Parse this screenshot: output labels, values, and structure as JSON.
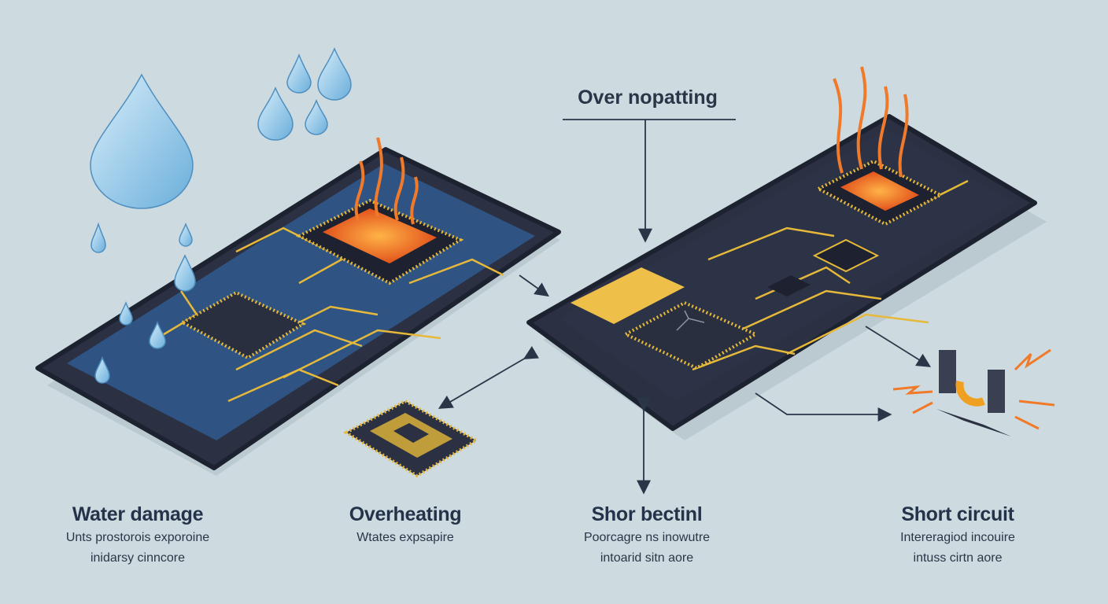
{
  "top_title": "Over nopatting",
  "panels": [
    {
      "title": "Water damage",
      "desc": [
        "Unts prostorois exporoine",
        "inidarsy cinncore"
      ]
    },
    {
      "title": "Overheating",
      "desc": [
        "Wtates expsapire"
      ]
    },
    {
      "title": "Shor bectinl",
      "desc": [
        "Poorcagre ns inowutre",
        "intoarid sitn aore"
      ]
    },
    {
      "title": "Short circuit",
      "desc": [
        "Intereragiod incouire",
        "intuss cirtn aore"
      ]
    }
  ],
  "colors": {
    "background": "#cddbe0",
    "phone": "#2b3142",
    "screen": "#2f5382",
    "trace": "#e6b93a",
    "heat": "#f07a2a",
    "water": "#8fc4e6",
    "text": "#24334a"
  }
}
